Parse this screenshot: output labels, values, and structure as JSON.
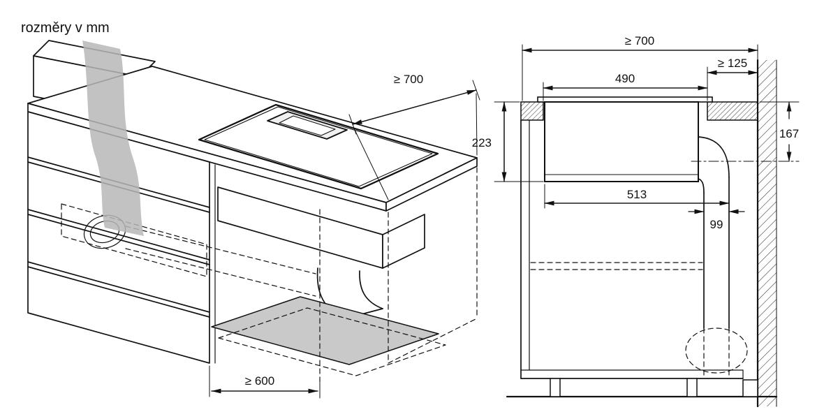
{
  "title": "rozměry v mm",
  "isometric_view": {
    "dim_counter_depth": "≥ 700",
    "dim_cabinet_width": "≥ 600"
  },
  "section_view": {
    "dim_counter_depth": "≥ 700",
    "dim_rear_clearance": "≥ 125",
    "dim_cutout_width": "490",
    "dim_installation_depth": "223",
    "dim_duct_axis_height": "167",
    "dim_appliance_depth": "513",
    "dim_duct_width": "99"
  },
  "colors": {
    "line": "#111111",
    "air_flow": "#b7b7b7",
    "panel_fill": "#c9c9c9",
    "background": "#ffffff"
  }
}
